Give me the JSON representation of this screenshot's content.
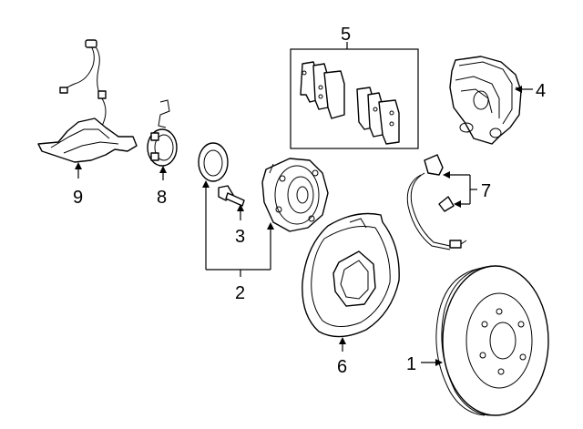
{
  "diagram": {
    "callouts": {
      "rotor": "1",
      "hub_bolt_group": "2",
      "bolt": "3",
      "caliper": "4",
      "brake_pads": "5",
      "splash_shield": "6",
      "brake_hose": "7",
      "sensor_ring": "8",
      "abs_wire_bracket": "9"
    }
  }
}
